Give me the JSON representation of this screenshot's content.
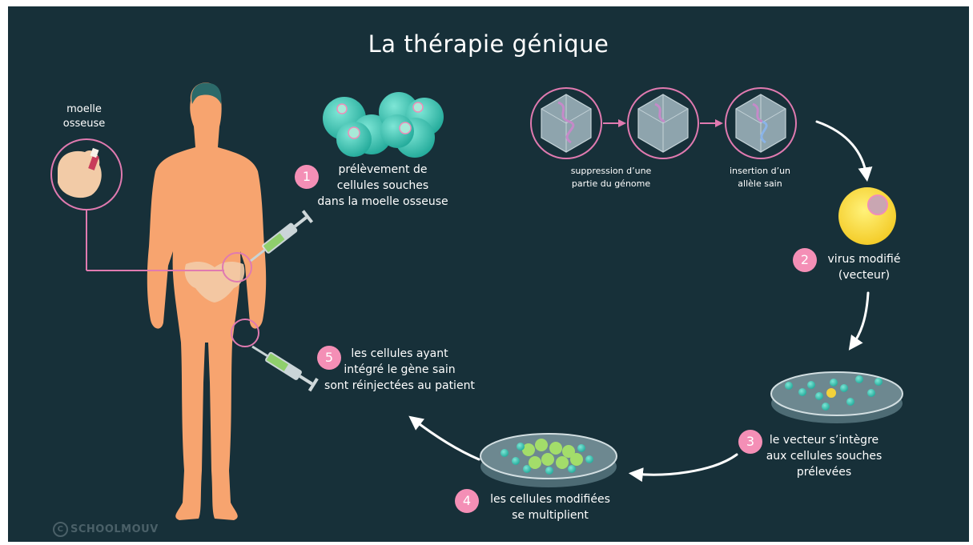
{
  "title": "La thérapie génique",
  "marrow_label": [
    "moelle",
    "osseuse"
  ],
  "virus_labels": {
    "removal": [
      "suppression d’une",
      "partie du génome"
    ],
    "insertion": [
      "insertion d’un",
      "allèle sain"
    ]
  },
  "steps": [
    {
      "num": "1",
      "lines": [
        "prélèvement de",
        "cellules souches",
        "dans la moelle osseuse"
      ]
    },
    {
      "num": "2",
      "lines": [
        "virus modifié",
        "(vecteur)"
      ]
    },
    {
      "num": "3",
      "lines": [
        "le vecteur s’intègre",
        "aux cellules souches",
        "prélevées"
      ]
    },
    {
      "num": "4",
      "lines": [
        "les cellules modifiées",
        "se multiplient"
      ]
    },
    {
      "num": "5",
      "lines": [
        "les cellules ayant",
        "intégré le gène sain",
        "sont réinjectées au patient"
      ]
    }
  ],
  "brand": "SCHOOLMOUV",
  "colors": {
    "background": "#173039",
    "body": "#f7a46f",
    "badge": "#f48fb6",
    "cell": "#3ec9b5",
    "arrow": "#ffffff"
  }
}
